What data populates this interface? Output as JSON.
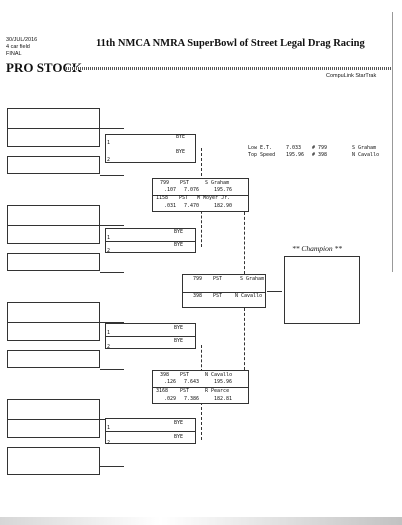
{
  "header": {
    "date": "30/JUL/2016",
    "field": "4 car field",
    "status": "FINAL",
    "title": "11th NMCA NMRA SuperBowl of Street Legal Drag Racing",
    "class_name": "PRO STOCK",
    "timing": "CompuLink StarTrak"
  },
  "records": {
    "low_et": {
      "label": "Low E.T.",
      "value": "7.033",
      "car": "# 799",
      "driver": "S Graham"
    },
    "top_speed": {
      "label": "Top Speed",
      "value": "195.96",
      "car": "# 398",
      "driver": "N Cavallo"
    }
  },
  "round1": [
    {
      "bye": "BYE",
      "lane": "1",
      "car": "",
      "driver": ""
    },
    {
      "bye": "BYE",
      "lane": "2",
      "car": "",
      "driver": ""
    },
    {
      "bye": "BYE",
      "lane": "1",
      "car": "",
      "driver": ""
    },
    {
      "bye": "BYE",
      "lane": "2",
      "car": "",
      "driver": ""
    },
    {
      "bye": "BYE",
      "lane": "1",
      "car": "",
      "driver": ""
    },
    {
      "bye": "BYE",
      "lane": "2",
      "car": "",
      "driver": ""
    },
    {
      "bye": "BYE",
      "lane": "1",
      "car": "",
      "driver": ""
    },
    {
      "bye": "BYE",
      "lane": "2",
      "car": "",
      "driver": ""
    }
  ],
  "semis": [
    {
      "top": {
        "car": "799",
        "class": "PST",
        "driver": "S Graham",
        "rt": ".107",
        "et": "7.076",
        "mph": "195.76"
      },
      "bottom": {
        "car": "1158",
        "class": "PST",
        "driver": "M Moyer Jr.",
        "rt": ".031",
        "et": "7.470",
        "mph": "182.90"
      }
    },
    {
      "top": {
        "car": "398",
        "class": "PST",
        "driver": "N Cavallo",
        "rt": ".126",
        "et": "7.643",
        "mph": "195.96"
      },
      "bottom": {
        "car": "3168",
        "class": "PST",
        "driver": "R Pearce",
        "rt": ".029",
        "et": "7.386",
        "mph": "182.81"
      }
    }
  ],
  "final": {
    "top": {
      "car": "799",
      "class": "PST",
      "driver": "S Graham"
    },
    "bottom": {
      "car": "398",
      "class": "PST",
      "driver": "N Cavallo"
    }
  },
  "champion_label": "** Champion **",
  "lane_labels": {
    "one": "1",
    "two": "2"
  }
}
